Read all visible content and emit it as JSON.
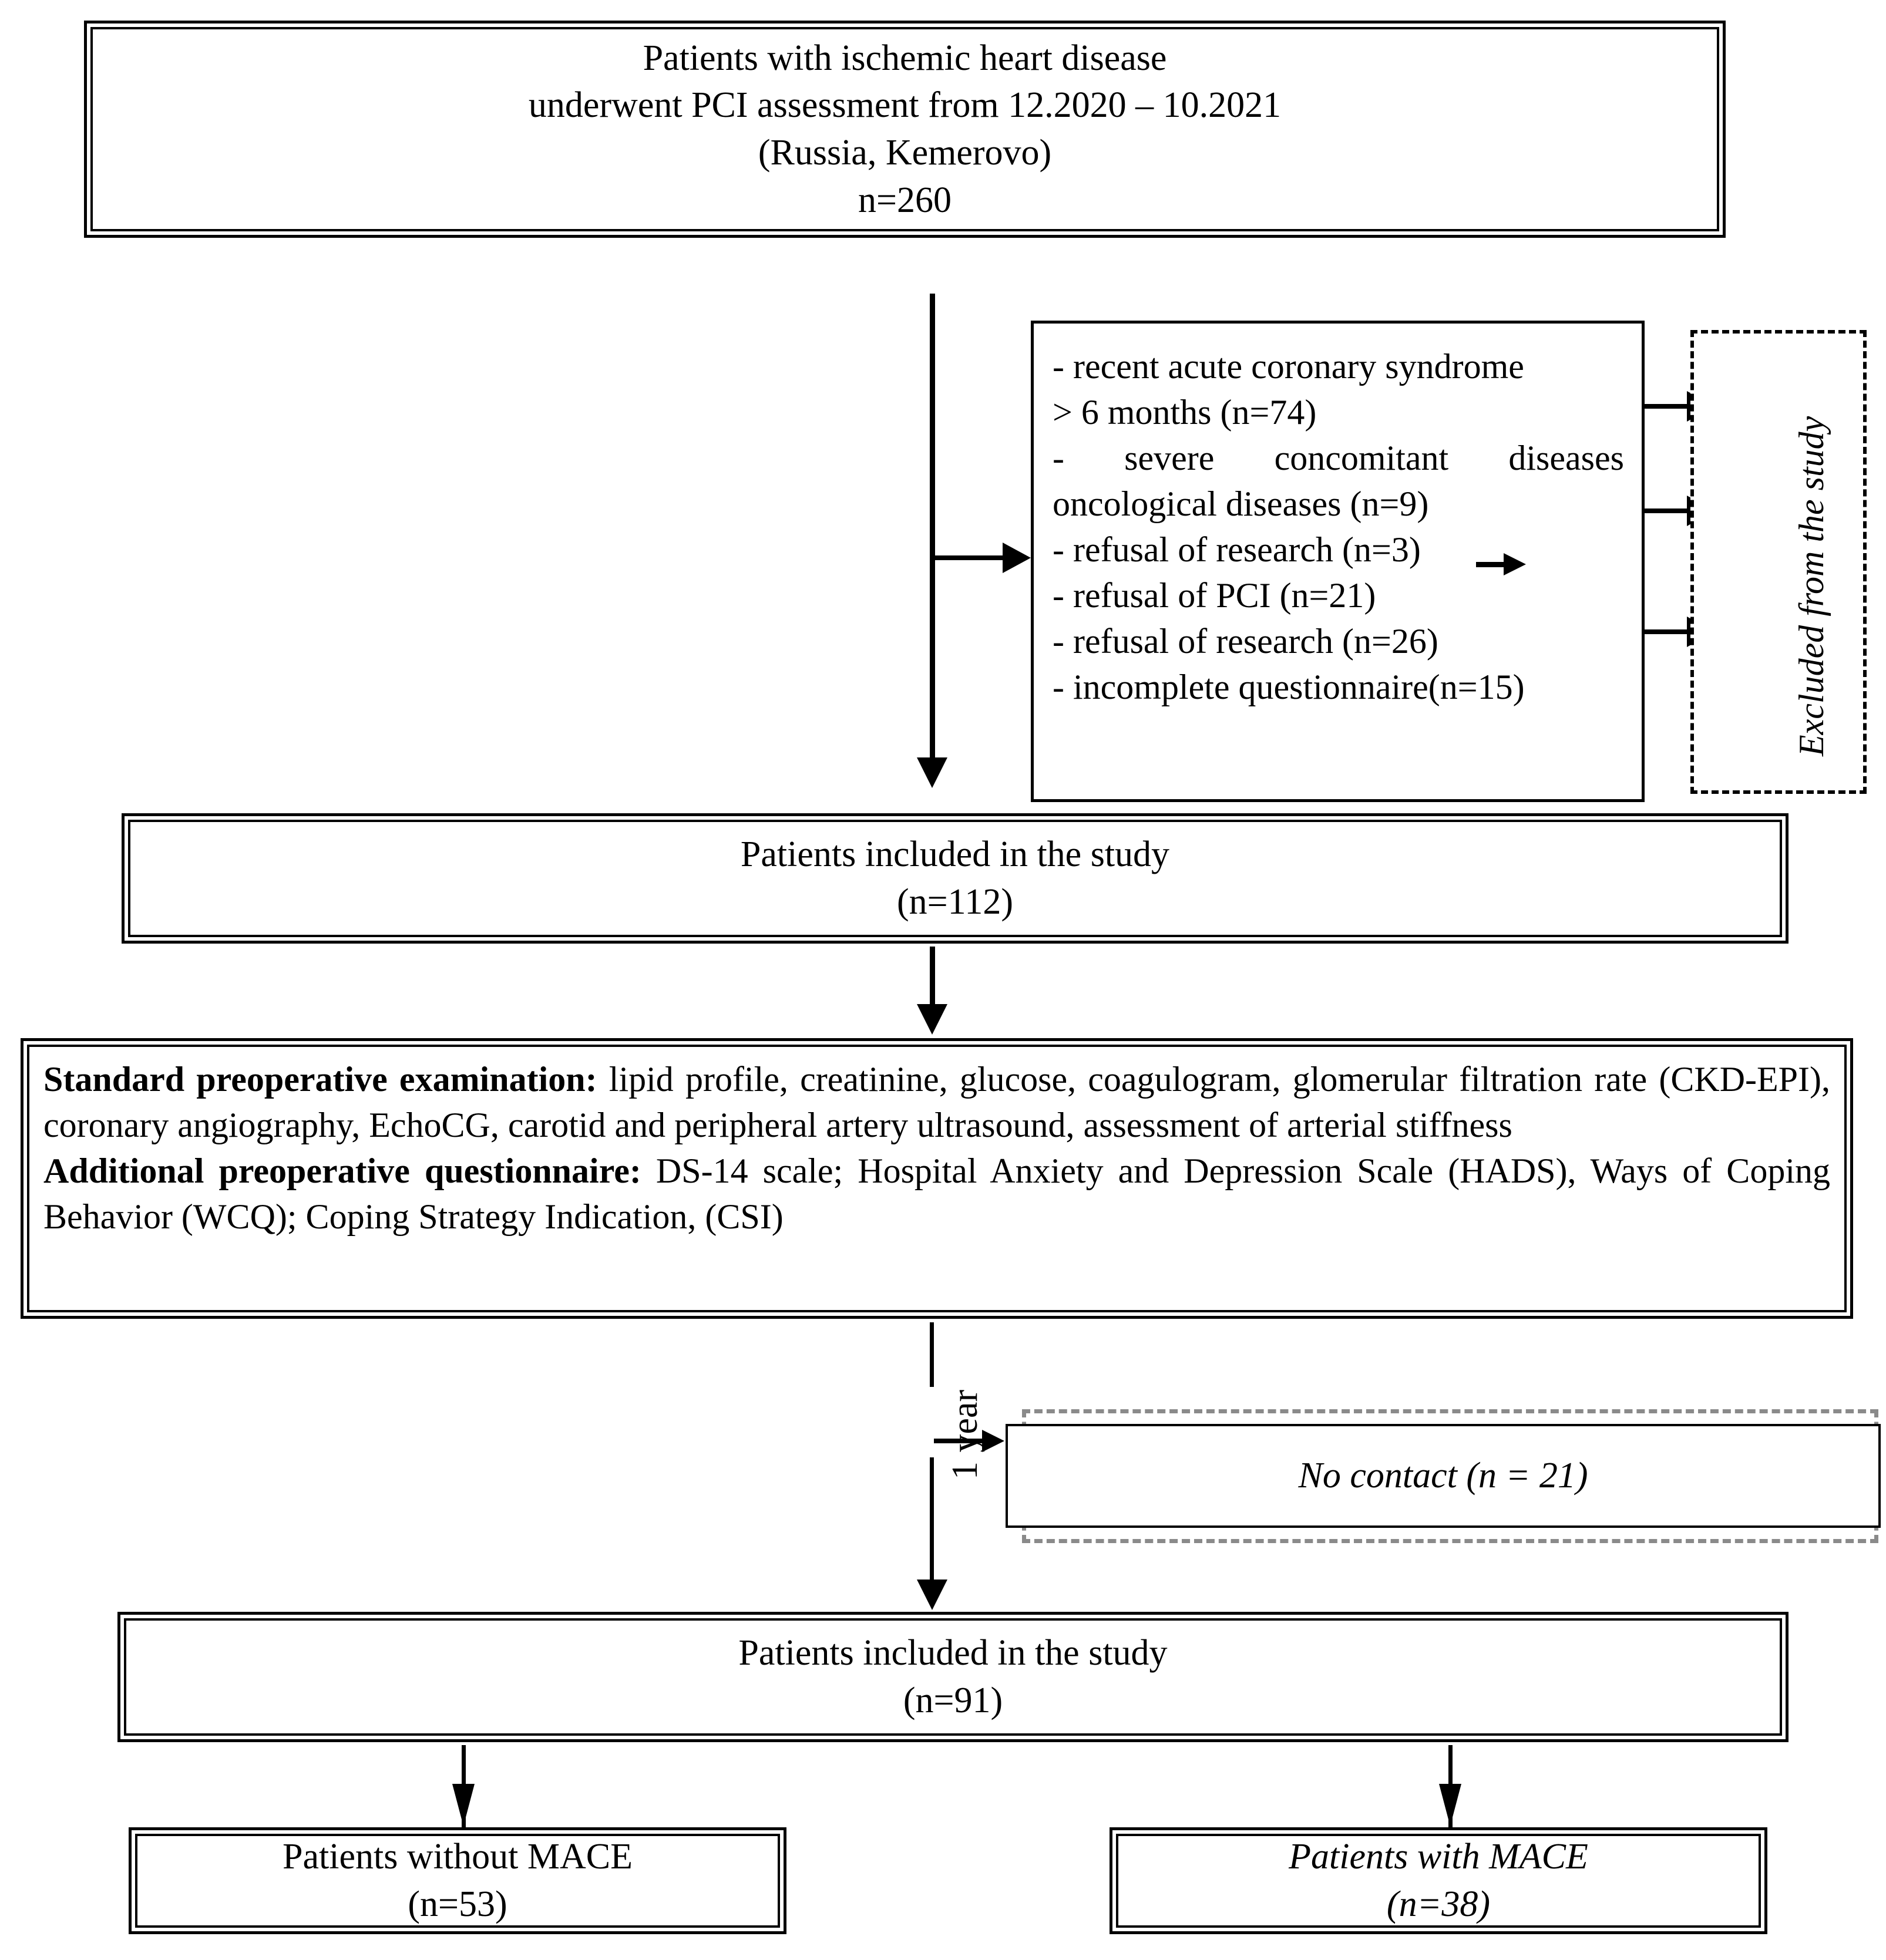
{
  "diagram": {
    "type": "study-flow-chart",
    "title_box": {
      "lines": [
        "Patients with ischemic heart disease",
        "underwent PCI assessment from 12.2020 – 10.2021",
        "(Russia, Kemerovo)",
        "n=260"
      ]
    },
    "exclusion_box": {
      "items": [
        "- recent acute coronary syndrome",
        "> 6 months (n=74)",
        "-   severe   concomitant   diseases",
        "oncological diseases (n=9)",
        "- refusal of research (n=3)",
        "- refusal of PCI (n=21)",
        "- refusal of research (n=26)",
        "- incomplete questionnaire(n=15)"
      ],
      "inline_arrow_icon": "arrow-right-icon"
    },
    "excluded_label": {
      "text": "Excluded from the study",
      "orientation": "vertical-bottom-to-top",
      "style": "italic",
      "border": "dashed"
    },
    "included_112": {
      "lines": [
        "Patients included in the study",
        "(n=112)"
      ]
    },
    "examination_box": {
      "paragraph1_label": "Standard preoperative examination:",
      "paragraph1_text": " lipid profile, creatinine, glucose, coagulogram, glomerular filtration rate (CKD-EPI), coronary angiography, EchoCG, carotid and peripheral artery ultrasound, assessment of arterial stiffness",
      "paragraph2_label": "Additional preoperative questionnaire:",
      "paragraph2_text": " DS-14 scale; Hospital Anxiety and Depression Scale (HADS), Ways of Coping Behavior (WCQ); Coping Strategy Indication, (CSI)"
    },
    "followup_label": {
      "text": "1 year",
      "orientation": "vertical-bottom-to-top"
    },
    "no_contact_box": {
      "text": "No contact (n = 21)",
      "style": "italic",
      "border": "dashed-outer-solid-inner"
    },
    "included_91": {
      "lines": [
        "Patients included in the study",
        "(n=91)"
      ]
    },
    "outcome_without_mace": {
      "lines": [
        "Patients without MACE",
        "(n=53)"
      ],
      "style": "regular"
    },
    "outcome_with_mace": {
      "lines": [
        "Patients with MACE",
        "(n=38)"
      ],
      "style": "italic"
    },
    "counts": {
      "screened": 260,
      "excluded_acs_gt6mo": 74,
      "excluded_severe_oncological": 9,
      "excluded_refusal_research_3": 3,
      "excluded_refusal_pci": 21,
      "excluded_refusal_research_26": 26,
      "excluded_incomplete_questionnaire": 15,
      "included_baseline": 112,
      "lost_no_contact": 21,
      "included_followup": 91,
      "without_mace": 53,
      "with_mace": 38
    },
    "colors": {
      "ink": "#000000",
      "paper": "#ffffff",
      "dashed_grey": "#8a8a8a"
    }
  }
}
